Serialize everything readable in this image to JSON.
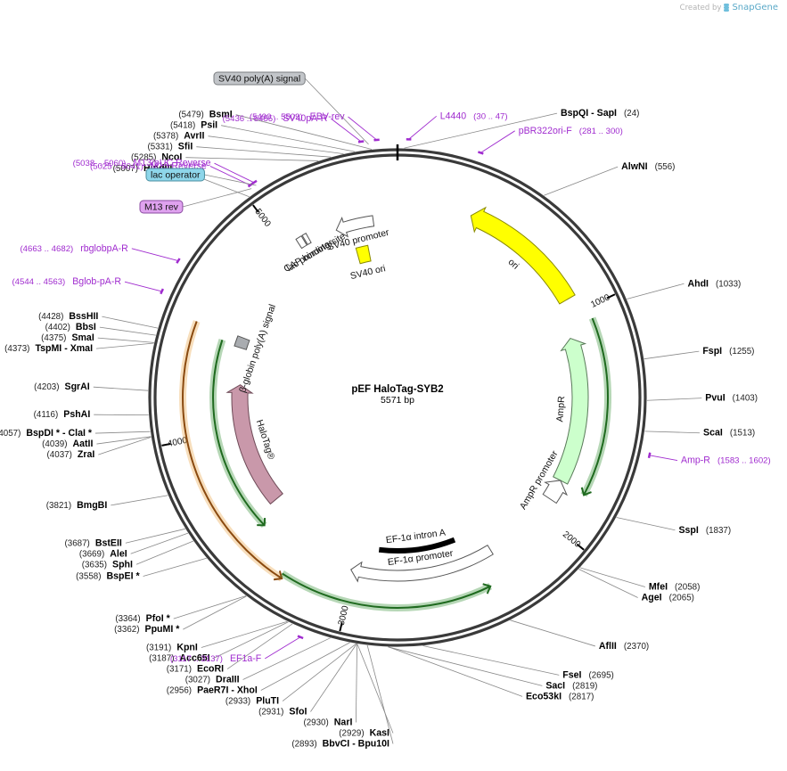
{
  "brand": {
    "created_by": "Created by",
    "name": "SnapGene",
    "logo_icon": "snapgene-logo-icon"
  },
  "plasmid": {
    "name": "pEF HaloTag-SYB2",
    "length_text": "5571 bp",
    "length": 5571
  },
  "ticks": [
    {
      "pos": 1000,
      "label": "1000"
    },
    {
      "pos": 2000,
      "label": "2000"
    },
    {
      "pos": 3000,
      "label": "3000"
    },
    {
      "pos": 4000,
      "label": "4000"
    },
    {
      "pos": 5000,
      "label": "5000"
    }
  ],
  "enzymes": [
    {
      "name": "BspQI",
      "sep": " - ",
      "name2": "SapI",
      "pos_text": "(24)",
      "pos": 24,
      "side": "right"
    },
    {
      "name": "AlwNI",
      "pos_text": "(556)",
      "pos": 556,
      "side": "right"
    },
    {
      "name": "AhdI",
      "pos_text": "(1033)",
      "pos": 1033,
      "side": "right"
    },
    {
      "name": "FspI",
      "pos_text": "(1255)",
      "pos": 1255,
      "side": "right"
    },
    {
      "name": "PvuI",
      "pos_text": "(1403)",
      "pos": 1403,
      "side": "right"
    },
    {
      "name": "ScaI",
      "pos_text": "(1513)",
      "pos": 1513,
      "side": "right"
    },
    {
      "name": "SspI",
      "pos_text": "(1837)",
      "pos": 1837,
      "side": "right"
    },
    {
      "name": "MfeI",
      "pos_text": "(2058)",
      "pos": 2058,
      "side": "right"
    },
    {
      "name": "AgeI",
      "pos_text": "(2065)",
      "pos": 2065,
      "side": "right"
    },
    {
      "name": "AflII",
      "pos_text": "(2370)",
      "pos": 2370,
      "side": "right"
    },
    {
      "name": "FseI",
      "pos_text": "(2695)",
      "pos": 2695,
      "side": "right"
    },
    {
      "name": "Eco53kI",
      "pos_text": "(2817)",
      "pos": 2817,
      "side": "right"
    },
    {
      "name": "SacI",
      "pos_text": "(2819)",
      "pos": 2819,
      "side": "right"
    },
    {
      "name": "BbvCI",
      "sep": " - ",
      "name2": "Bpu10I",
      "pos_text": "(2893)",
      "pos": 2893,
      "side": "left"
    },
    {
      "name": "KasI",
      "pos_text": "(2929)",
      "pos": 2929,
      "side": "left"
    },
    {
      "name": "NarI",
      "pos_text": "(2930)",
      "pos": 2930,
      "side": "left"
    },
    {
      "name": "SfoI",
      "pos_text": "(2931)",
      "pos": 2931,
      "side": "left"
    },
    {
      "name": "PluTI",
      "pos_text": "(2933)",
      "pos": 2933,
      "side": "left"
    },
    {
      "name": "PaeR7I",
      "sep": " - ",
      "name2": "XhoI",
      "pos_text": "(2956)",
      "pos": 2956,
      "side": "left"
    },
    {
      "name": "DraIII",
      "pos_text": "(3027)",
      "pos": 3027,
      "side": "left"
    },
    {
      "name": "EcoRI",
      "pos_text": "(3171)",
      "pos": 3171,
      "side": "left"
    },
    {
      "name": "Acc65I",
      "pos_text": "(3187)",
      "pos": 3187,
      "side": "left"
    },
    {
      "name": "KpnI",
      "pos_text": "(3191)",
      "pos": 3191,
      "side": "left"
    },
    {
      "name": "PpuMI *",
      "pos_text": "(3362)",
      "pos": 3362,
      "side": "left"
    },
    {
      "name": "PfoI *",
      "pos_text": "(3364)",
      "pos": 3364,
      "side": "left"
    },
    {
      "name": "BspEI *",
      "pos_text": "(3558)",
      "pos": 3558,
      "side": "left"
    },
    {
      "name": "SphI",
      "pos_text": "(3635)",
      "pos": 3635,
      "side": "left"
    },
    {
      "name": "AleI",
      "pos_text": "(3669)",
      "pos": 3669,
      "side": "left"
    },
    {
      "name": "BstEII",
      "pos_text": "(3687)",
      "pos": 3687,
      "side": "left"
    },
    {
      "name": "BmgBI",
      "pos_text": "(3821)",
      "pos": 3821,
      "side": "left"
    },
    {
      "name": "ZraI",
      "pos_text": "(4037)",
      "pos": 4037,
      "side": "left"
    },
    {
      "name": "AatII",
      "pos_text": "(4039)",
      "pos": 4039,
      "side": "left"
    },
    {
      "name": "BspDI *",
      "sep": " - ",
      "name2": "ClaI *",
      "pos_text": "(4057)",
      "pos": 4057,
      "side": "left"
    },
    {
      "name": "PshAI",
      "pos_text": "(4116)",
      "pos": 4116,
      "side": "left"
    },
    {
      "name": "SgrAI",
      "pos_text": "(4203)",
      "pos": 4203,
      "side": "left"
    },
    {
      "name": "TspMI",
      "sep": " - ",
      "name2": "XmaI",
      "pos_text": "(4373)",
      "pos": 4373,
      "side": "left"
    },
    {
      "name": "SmaI",
      "pos_text": "(4375)",
      "pos": 4375,
      "side": "left"
    },
    {
      "name": "BbsI",
      "pos_text": "(4402)",
      "pos": 4402,
      "side": "left"
    },
    {
      "name": "BssHII",
      "pos_text": "(4428)",
      "pos": 4428,
      "side": "left"
    },
    {
      "name": "HindIII",
      "pos_text": "(5007)",
      "pos": 5007,
      "side": "left"
    },
    {
      "name": "NcoI",
      "pos_text": "(5285)",
      "pos": 5285,
      "side": "left"
    },
    {
      "name": "SfiI",
      "pos_text": "(5331)",
      "pos": 5331,
      "side": "left"
    },
    {
      "name": "AvrII",
      "pos_text": "(5378)",
      "pos": 5378,
      "side": "left"
    },
    {
      "name": "PsiI",
      "pos_text": "(5418)",
      "pos": 5418,
      "side": "left"
    },
    {
      "name": "BsmI",
      "pos_text": "(5479)",
      "pos": 5479,
      "side": "left"
    }
  ],
  "primers": [
    {
      "name": "EBV-rev",
      "range_text": "(5490 .. 5509)",
      "start": 5490,
      "end": 5509
    },
    {
      "name": "L4440",
      "range_text": "(30 .. 47)",
      "start": 30,
      "end": 47
    },
    {
      "name": "pBR322ori-F",
      "range_text": "(281 .. 300)",
      "start": 281,
      "end": 300
    },
    {
      "name": "SV40pA-R",
      "range_text": "(5436 .. 5455)",
      "start": 5436,
      "end": 5455
    },
    {
      "name": "M13/pUC Reverse",
      "range_text": "(5038 .. 5060)",
      "start": 5038,
      "end": 5060
    },
    {
      "name": "M13 Reverse",
      "range_text": "(5025 .. 5041)",
      "start": 5025,
      "end": 5041
    },
    {
      "name": "rbglobpA-R",
      "range_text": "(4663 .. 4682)",
      "start": 4663,
      "end": 4682
    },
    {
      "name": "Bglob-pA-R",
      "range_text": "(4544 .. 4563)",
      "start": 4544,
      "end": 4563
    },
    {
      "name": "Amp-R",
      "range_text": "(1583 .. 1602)",
      "start": 1583,
      "end": 1602
    },
    {
      "name": "EF1a-F",
      "range_text": "(3117 .. 3137)",
      "start": 3117,
      "end": 3137
    }
  ],
  "boxed_features": [
    {
      "name": "SV40 poly(A) signal",
      "color": "#c2c5c9",
      "border": "#7a7d80"
    },
    {
      "name": "lac operator",
      "color": "#8ed6ea",
      "border": "#4a8fa0"
    },
    {
      "name": "M13 rev",
      "color": "#dfa2ef",
      "border": "#8a4aa0"
    }
  ],
  "features": [
    {
      "name": "ori",
      "start": 340,
      "end": 928,
      "color": "#ffff00",
      "stroke": "#8a8a00",
      "dir": "rev"
    },
    {
      "name": "AmpR",
      "start": 1100,
      "end": 1810,
      "color": "#ccffcc",
      "stroke": "#5a7a5a",
      "dir": "rev"
    },
    {
      "name": "AmpR promoter",
      "start": 1810,
      "end": 1913,
      "color": "#ffffff",
      "stroke": "#555555",
      "dir": "rev"
    },
    {
      "name": "EF-1α promoter",
      "start": 2300,
      "end": 3020,
      "color": "#ffffff",
      "stroke": "#555555",
      "dir": "fwd"
    },
    {
      "name": "EF-1α intron A",
      "start": 2450,
      "end": 2890,
      "color": "#000000",
      "stroke": "#000000",
      "dir": "none"
    },
    {
      "name": "HaloTag®",
      "start": 3560,
      "end": 4250,
      "color": "#c998aa",
      "stroke": "#6e4a57",
      "dir": "fwd"
    },
    {
      "name": "β-globin poly(A) signal",
      "start": 4450,
      "end": 4505,
      "color": "#a9acb0",
      "stroke": "#555",
      "dir": "none"
    },
    {
      "name": "SV40 ori",
      "start": 5330,
      "end": 5400,
      "color": "#ffff00",
      "stroke": "#8a8a00",
      "dir": "none"
    },
    {
      "name": "SV40 promoter",
      "start": 5260,
      "end": 5450,
      "color": "#ffffff",
      "stroke": "#555555",
      "dir": "rev"
    },
    {
      "name": "lac promoter",
      "start": 5065,
      "end": 5095,
      "color": "#ffffff",
      "stroke": "#555555",
      "dir": "none"
    },
    {
      "name": "CAP binding site",
      "start": 5100,
      "end": 5120,
      "color": "#ffffff",
      "stroke": "#555555",
      "dir": "none"
    }
  ],
  "arcs": [
    {
      "name": "orange-orf",
      "start": 3290,
      "end": 4500,
      "color": "#e8a040",
      "dir": "rev"
    },
    {
      "name": "green-orf-left",
      "start": 3500,
      "end": 4460,
      "color": "#2e8b2e",
      "dir": "rev"
    },
    {
      "name": "green-orf-bottom",
      "start": 2380,
      "end": 3300,
      "color": "#2e8b2e",
      "dir": "rev"
    },
    {
      "name": "green-orf-right",
      "start": 1050,
      "end": 1820,
      "color": "#2e8b2e",
      "dir": "fwd"
    }
  ]
}
